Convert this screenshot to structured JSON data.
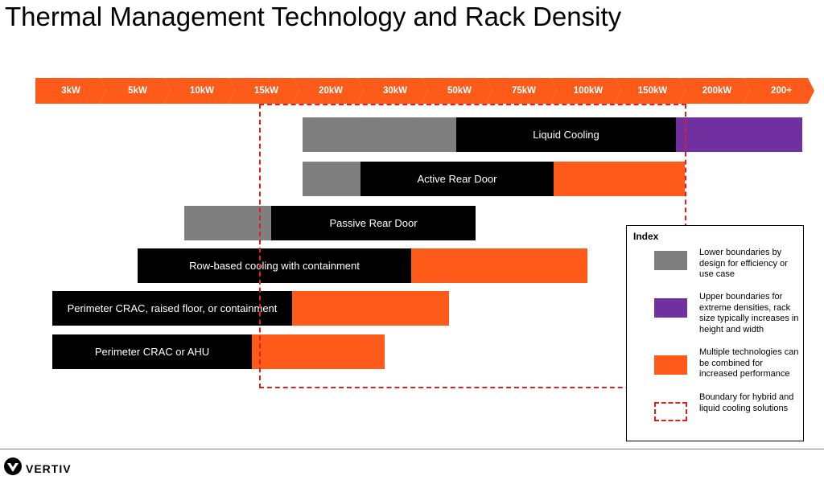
{
  "title": "Thermal Management Technology and Rack Density",
  "scale": [
    "3kW",
    "5kW",
    "10kW",
    "15kW",
    "20kW",
    "30kW",
    "50kW",
    "75kW",
    "100kW",
    "150kW",
    "200kW",
    "200+"
  ],
  "bars": [
    {
      "label": "Liquid Cooling"
    },
    {
      "label": "Active Rear Door"
    },
    {
      "label": "Passive Rear Door"
    },
    {
      "label": "Row-based cooling with containment"
    },
    {
      "label": "Perimeter CRAC, raised floor, or containment"
    },
    {
      "label": "Perimeter CRAC or AHU"
    }
  ],
  "index": {
    "title": "Index",
    "items": [
      {
        "text": "Lower boundaries by design for efficiency or use case",
        "color": "#7f7f7f"
      },
      {
        "text": "Upper boundaries for extreme densities, rack size typically increases in height and width",
        "color": "#7030a0"
      },
      {
        "text": "Multiple technologies can be combined for increased performance",
        "color": "#fe5b1a"
      },
      {
        "text": "Boundary for hybrid and liquid cooling solutions",
        "color": "#e02020"
      }
    ]
  },
  "colors": {
    "orange": "#fe5b1a",
    "purple": "#7030a0",
    "gray": "#7f7f7f",
    "black": "#000000",
    "boundary": "#e02020"
  },
  "brand": {
    "logo_text": "VERTIV",
    "icon": "vertiv-logo-icon"
  }
}
